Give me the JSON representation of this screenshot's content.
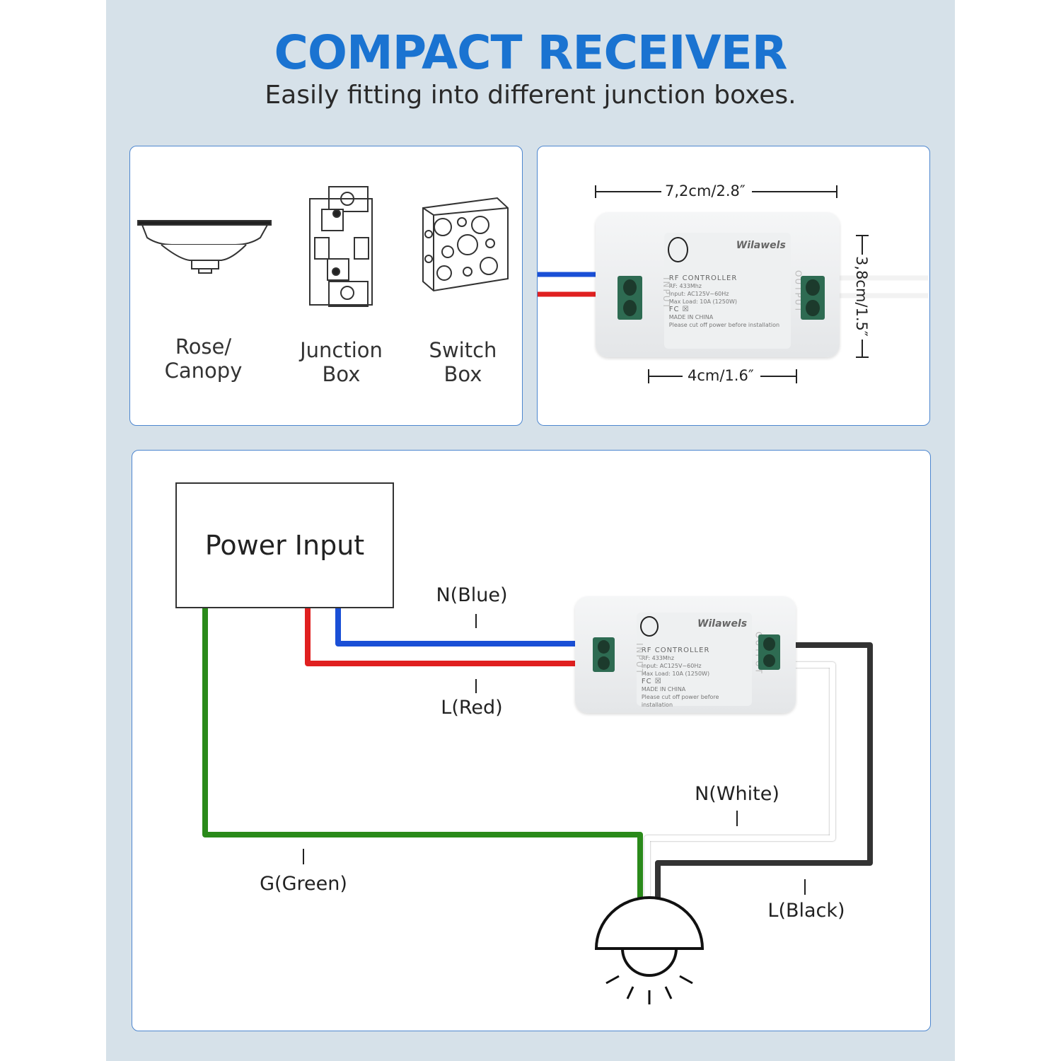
{
  "header": {
    "title": "COMPACT RECEIVER",
    "subtitle": "Easily fitting into different junction boxes."
  },
  "boxes": [
    {
      "label": "Rose/\nCanopy"
    },
    {
      "label": "Junction\nBox"
    },
    {
      "label": "Switch\nBox"
    }
  ],
  "dimensions": {
    "width": "7,2cm/2.8″",
    "height": "3,8cm/1.5″",
    "terminal_span": "4cm/1.6″"
  },
  "receiver": {
    "brand": "Wilawels",
    "model": "RF CONTROLLER",
    "rf": "RF: 433Mhz",
    "input": "Input: AC125V~60Hz",
    "max_load": "Max Load: 10A (1250W)",
    "cert": "FC ☒",
    "origin": "MADE IN CHINA",
    "warning": "Please cut off power before installation",
    "input_side": "INPUT",
    "output_side": "OUTPUT"
  },
  "wiring": {
    "power_input": "Power Input",
    "wires": [
      {
        "label": "N(Blue)",
        "color": "#1a4fd6"
      },
      {
        "label": "L(Red)",
        "color": "#e02020"
      },
      {
        "label": "G(Green)",
        "color": "#2a8a1a"
      },
      {
        "label": "N(White)",
        "color": "#ffffff"
      },
      {
        "label": "L(Black)",
        "color": "#333333"
      }
    ]
  },
  "colors": {
    "accent": "#1a73d1",
    "background": "#d6e1e9",
    "panel_border": "#4d86cf"
  }
}
